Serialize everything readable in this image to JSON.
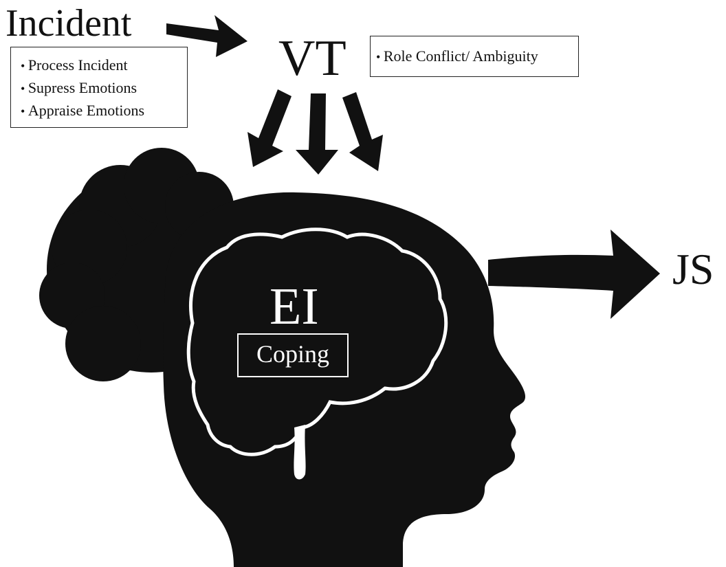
{
  "incident": {
    "title": "Incident",
    "items": [
      "Process Incident",
      "Supress Emotions",
      "Appraise Emotions"
    ]
  },
  "vt": {
    "label": "VT",
    "note": "Role Conflict/ Ambiguity"
  },
  "ei": {
    "label": "EI",
    "coping": "Coping"
  },
  "js": {
    "label": "JS"
  },
  "colors": {
    "silhouette": "#111111",
    "brain_outline": "#ffffff",
    "background": "#ffffff"
  }
}
